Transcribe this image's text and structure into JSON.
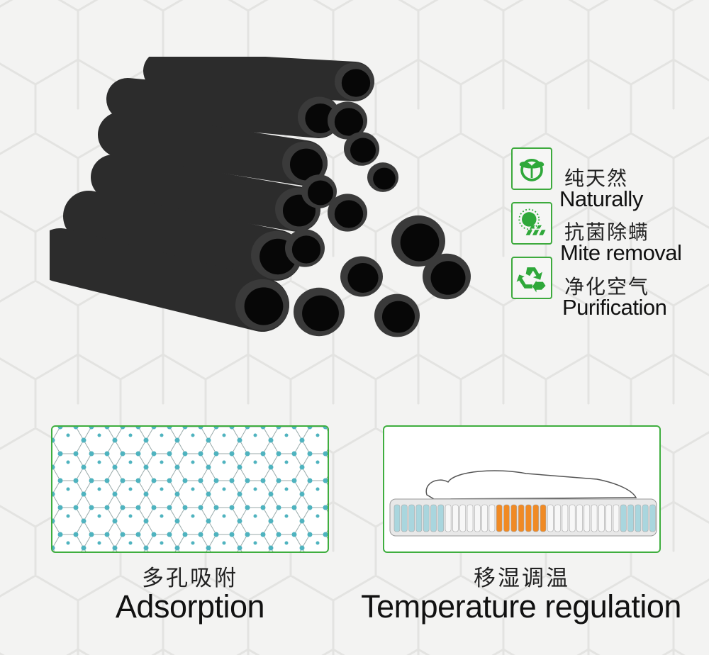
{
  "features": [
    {
      "icon": "leaf-sprout-icon",
      "cn": "纯天然",
      "en": "Naturally"
    },
    {
      "icon": "sun-solar-panel-icon",
      "cn": "抗菌除螨",
      "en": "Mite removal"
    },
    {
      "icon": "recycle-icon",
      "cn": "净化空气",
      "en": "Purification"
    }
  ],
  "panels": [
    {
      "cn": "多孔吸附",
      "en": "Adsorption"
    },
    {
      "cn": "移湿调温",
      "en": "Temperature regulation"
    }
  ],
  "colors": {
    "accent_green": "#3fae3f",
    "molecule_teal": "#4fb3bf",
    "warm_spring": "#f08a24"
  }
}
